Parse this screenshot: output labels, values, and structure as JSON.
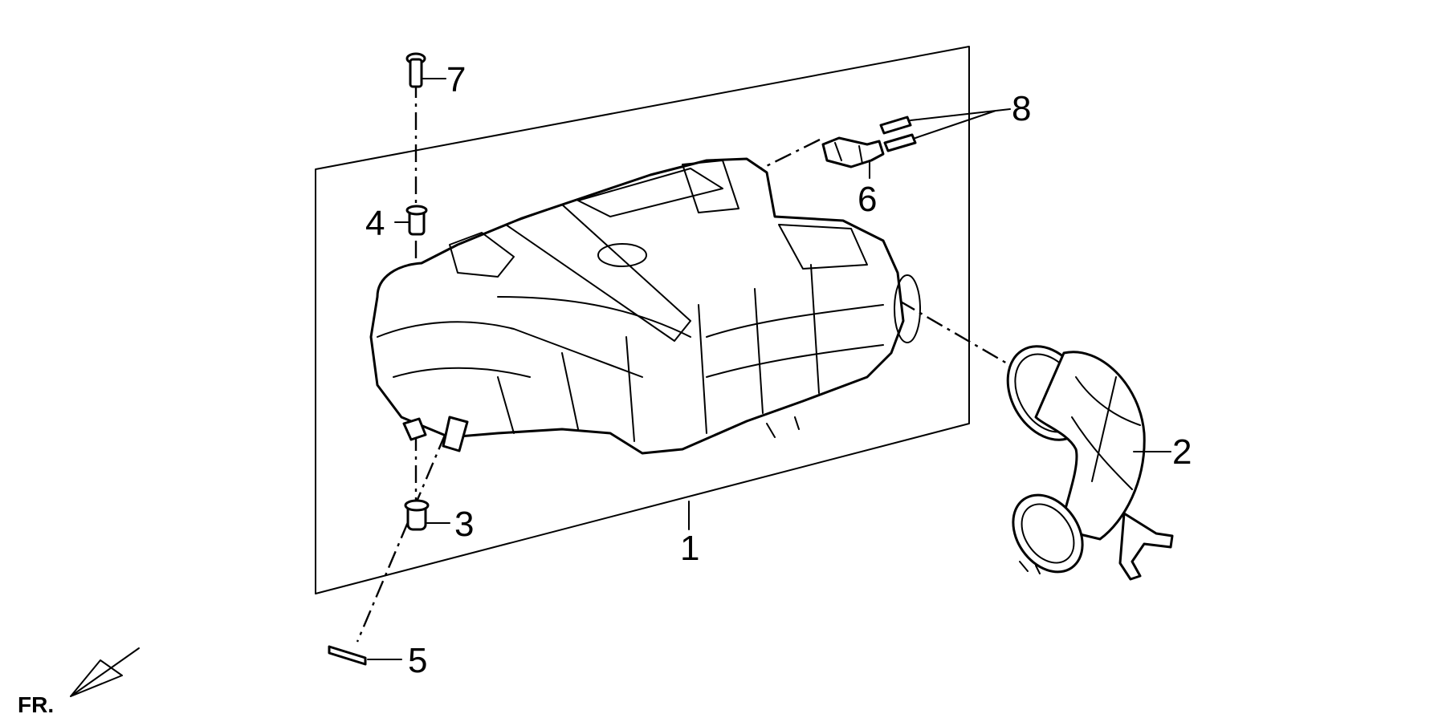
{
  "diagram": {
    "callouts": [
      {
        "id": "1",
        "label": "1"
      },
      {
        "id": "2",
        "label": "2"
      },
      {
        "id": "3",
        "label": "3"
      },
      {
        "id": "4",
        "label": "4"
      },
      {
        "id": "5",
        "label": "5"
      },
      {
        "id": "6",
        "label": "6"
      },
      {
        "id": "7",
        "label": "7"
      },
      {
        "id": "8",
        "label": "8"
      }
    ],
    "front_indicator": "FR."
  }
}
